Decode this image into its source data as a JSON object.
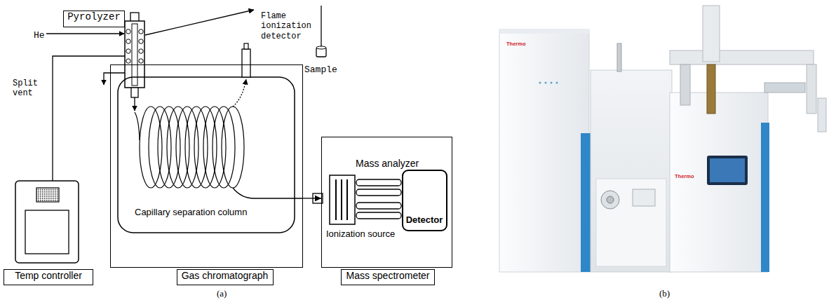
{
  "diagram": {
    "nodes": [
      {
        "text": [
          "Pyrolyzer"
        ]
      },
      {
        "text": [
          "Capillary separation column"
        ]
      },
      {
        "text": [
          "Mass analyzer",
          "Ionization source"
        ]
      },
      {
        "text": [
          "Detector"
        ],
        "in": 2
      },
      {
        "text": [
          "Temp controller"
        ]
      },
      {
        "text": [
          "Gas chromatograph"
        ]
      },
      {
        "text": [
          "Mass spectrometer"
        ]
      }
    ],
    "edges": [
      {
        "from": 1,
        "to": 2,
        "arrow": "to"
      }
    ],
    "labels": [
      "He",
      "Split vent",
      "Sample",
      "Flame ionization detector",
      "(a)",
      "Thermo",
      "Thermo",
      "(b)"
    ]
  }
}
